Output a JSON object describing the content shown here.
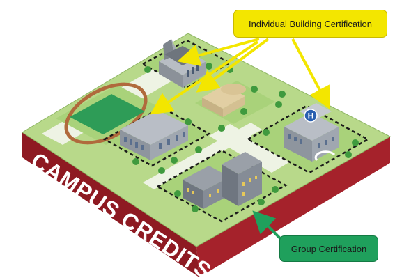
{
  "board_title": "CAMPUS CREDITS",
  "callouts": {
    "individual": "Individual Building Certification",
    "group": "Group Certification"
  },
  "hospital_sign": "H",
  "colors": {
    "board_side": "#9a1b24",
    "board_top": "#b8d98a",
    "grass": "#a9d27a",
    "path": "#eef3e4",
    "field": "#2e9c57",
    "track": "#b06a3c",
    "individual_callout": "#f3e600",
    "group_callout": "#1fa05c",
    "hospital_sign": "#2a5fb0"
  }
}
